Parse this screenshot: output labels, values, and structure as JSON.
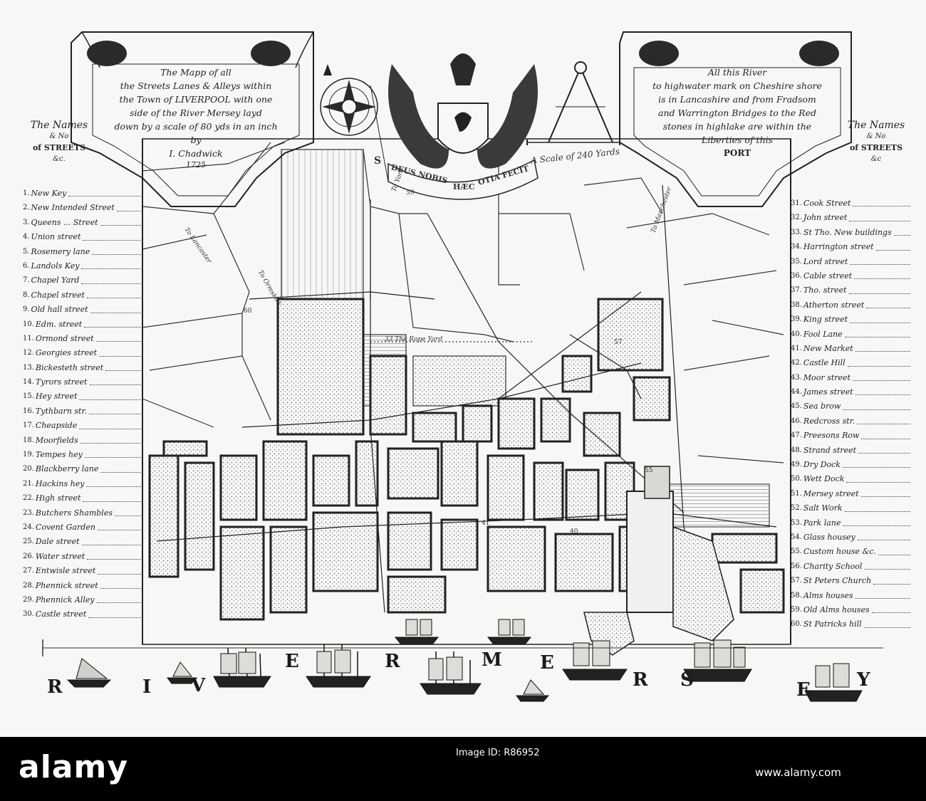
{
  "title_cartouche": {
    "lines": [
      "The Mapp of all",
      "the Streets Lanes & Alleys within",
      "the Town of LIVERPOOL with one",
      "side of the River Mersey layd",
      "down by a scale of 80 yds in an inch",
      "by",
      "I. Chadwick",
      "1725"
    ]
  },
  "port_cartouche": {
    "lines": [
      "All this River",
      "to highwater mark on Cheshire shore",
      "is in Lancashire and from Fradsom",
      "and Warrington Bridges to the Red",
      "stones in highlake are within the",
      "Liberties of this",
      "PORT"
    ]
  },
  "motto": [
    "DEUS NOBIS",
    "HÆC",
    "OTIA FECIT"
  ],
  "scale_label": "A Scale of 240 Yards",
  "compass_letter": "S",
  "left_heading": [
    "The Names",
    "& No",
    "of STREETS",
    "&c."
  ],
  "right_heading": [
    "The Names",
    "& No",
    "of STREETS",
    "&c"
  ],
  "streets_left": [
    {
      "n": "1",
      "name": "New Key"
    },
    {
      "n": "2",
      "name": "New Intended Street"
    },
    {
      "n": "3",
      "name": "Queens ... Street"
    },
    {
      "n": "4",
      "name": "Union street"
    },
    {
      "n": "5",
      "name": "Rosemery lane"
    },
    {
      "n": "6",
      "name": "Landols Key"
    },
    {
      "n": "7",
      "name": "Chapel Yard"
    },
    {
      "n": "8",
      "name": "Chapel street"
    },
    {
      "n": "9",
      "name": "Old hall street"
    },
    {
      "n": "10",
      "name": "Edm. street"
    },
    {
      "n": "11",
      "name": "Ormond street"
    },
    {
      "n": "12",
      "name": "Georgies street"
    },
    {
      "n": "13",
      "name": "Bickesteth street"
    },
    {
      "n": "14",
      "name": "Tyrors street"
    },
    {
      "n": "15",
      "name": "Hey street"
    },
    {
      "n": "16",
      "name": "Tythbarn str."
    },
    {
      "n": "17",
      "name": "Cheapside"
    },
    {
      "n": "18",
      "name": "Moorfields"
    },
    {
      "n": "19",
      "name": "Tempes hey"
    },
    {
      "n": "20",
      "name": "Blackberry lane"
    },
    {
      "n": "21",
      "name": "Hackins hey"
    },
    {
      "n": "22",
      "name": "High street"
    },
    {
      "n": "23",
      "name": "Butchers Shambles"
    },
    {
      "n": "24",
      "name": "Covent Garden"
    },
    {
      "n": "25",
      "name": "Dale street"
    },
    {
      "n": "26",
      "name": "Water street"
    },
    {
      "n": "27",
      "name": "Entwisle street"
    },
    {
      "n": "28",
      "name": "Phennick street"
    },
    {
      "n": "29",
      "name": "Phennick Alley"
    },
    {
      "n": "30",
      "name": "Castle street"
    }
  ],
  "streets_right": [
    {
      "n": "31",
      "name": "Cook Street"
    },
    {
      "n": "32",
      "name": "John street"
    },
    {
      "n": "33",
      "name": "St Tho. New buildings"
    },
    {
      "n": "34",
      "name": "Harrington street"
    },
    {
      "n": "35",
      "name": "Lord street"
    },
    {
      "n": "36",
      "name": "Cable street"
    },
    {
      "n": "37",
      "name": "Tho. street"
    },
    {
      "n": "38",
      "name": "Atherton street"
    },
    {
      "n": "39",
      "name": "King street"
    },
    {
      "n": "40",
      "name": "Fool Lane"
    },
    {
      "n": "41",
      "name": "New Market"
    },
    {
      "n": "42",
      "name": "Castle Hill"
    },
    {
      "n": "43",
      "name": "Moor street"
    },
    {
      "n": "44",
      "name": "James street"
    },
    {
      "n": "45",
      "name": "Sea brow"
    },
    {
      "n": "46",
      "name": "Redcross str."
    },
    {
      "n": "47",
      "name": "Preesons Row"
    },
    {
      "n": "48",
      "name": "Strand street"
    },
    {
      "n": "49",
      "name": "Dry Dock"
    },
    {
      "n": "50",
      "name": "Wett Dock"
    },
    {
      "n": "51",
      "name": "Mersey street"
    },
    {
      "n": "52",
      "name": "Salt Work"
    },
    {
      "n": "53",
      "name": "Park lane"
    },
    {
      "n": "54",
      "name": "Glass housey"
    },
    {
      "n": "55",
      "name": "Custom house &c."
    },
    {
      "n": "56",
      "name": "Charity School"
    },
    {
      "n": "57",
      "name": "St Peters Church"
    },
    {
      "n": "58",
      "name": "Alms houses"
    },
    {
      "n": "59",
      "name": "Old Alms houses"
    },
    {
      "n": "60",
      "name": "St Patricks hill"
    }
  ],
  "map_labels": {
    "rope_yard": "33  The Rope Yard",
    "to_york": "To York",
    "to_lancaster": "To Lancaster",
    "to_ormskirk": "To Ormskirk",
    "to_manchester": "To Manchester",
    "n59": "59",
    "n60": "60",
    "n57": "57",
    "n55": "55",
    "n41": "41",
    "n40": "40"
  },
  "river_letters": [
    "R",
    "I",
    "V",
    "E",
    "R",
    "M",
    "E",
    "R",
    "S",
    "E",
    "Y"
  ],
  "credit": {
    "brand": "alamy",
    "image_id_label": "Image ID: R86952",
    "url": "www.alamy.com"
  }
}
